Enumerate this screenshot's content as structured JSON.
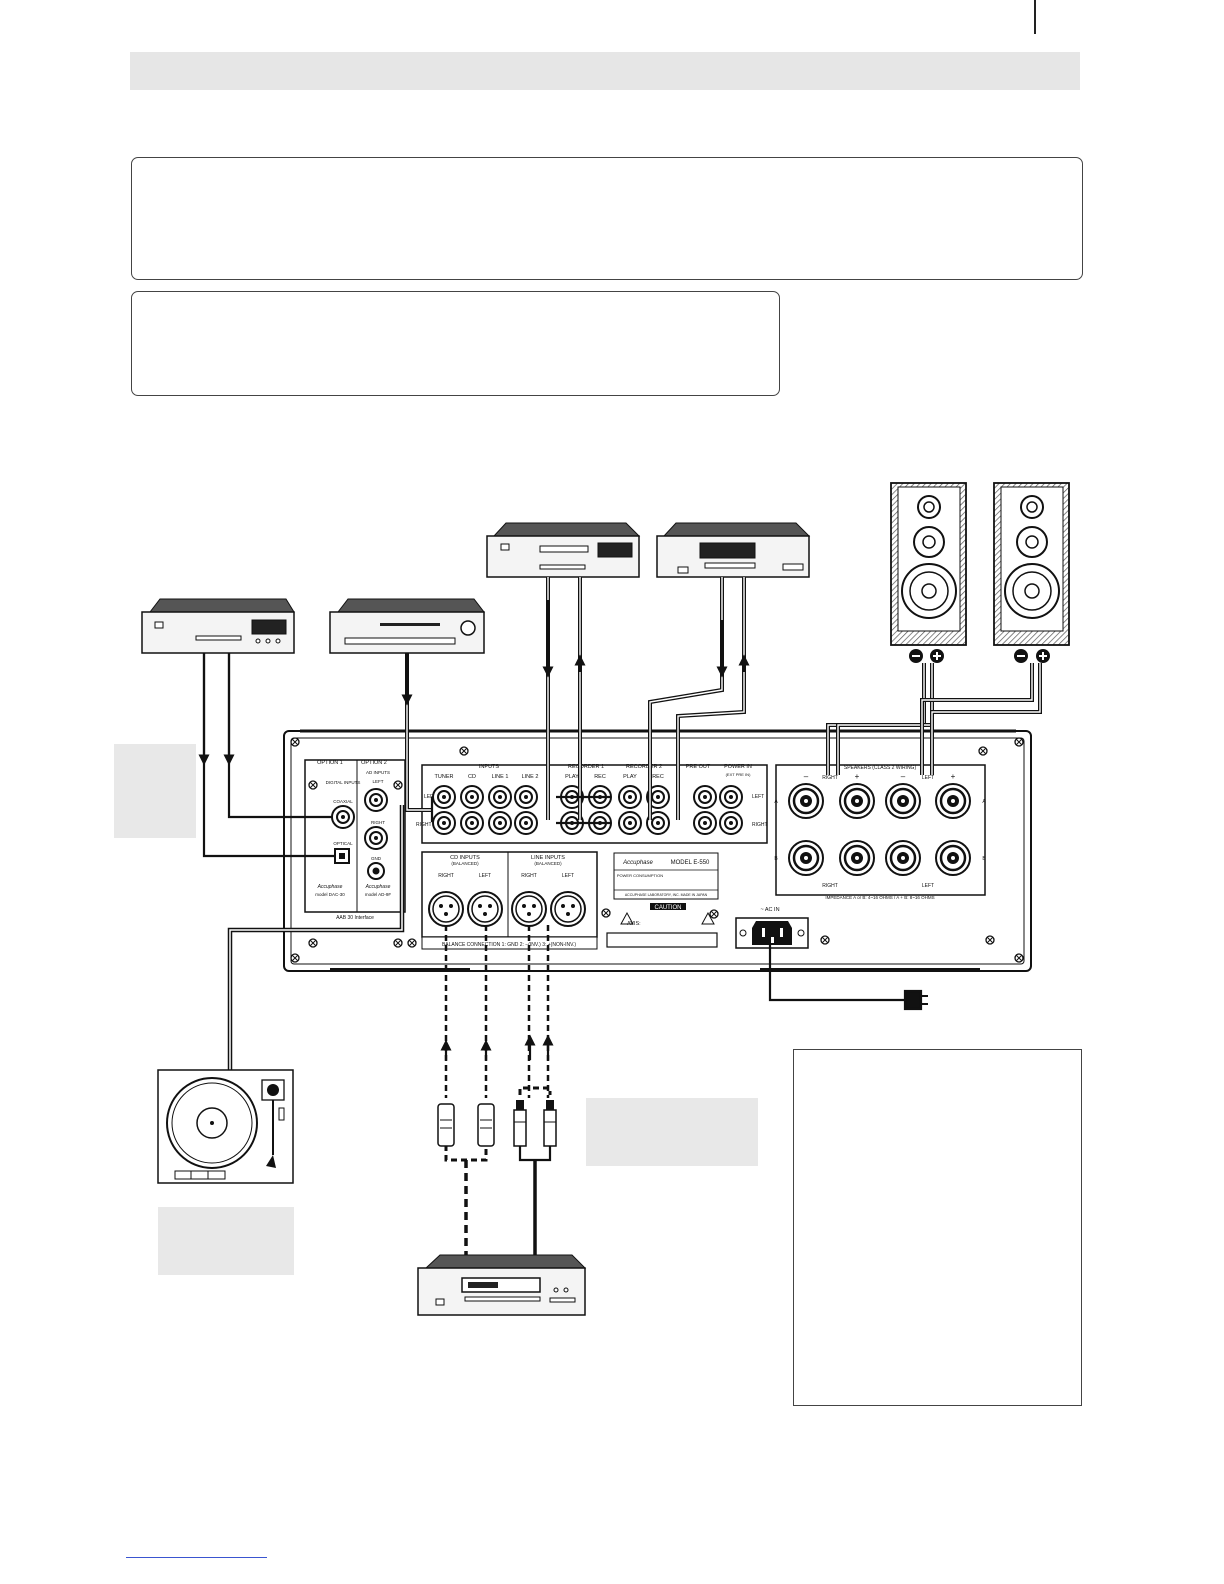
{
  "amplifier": {
    "option1": "OPTION 1",
    "option2": "OPTION 2",
    "digital_inputs": "DIGITAL INPUTS",
    "coaxial": "COAXIAL",
    "optical": "OPTICAL",
    "ad_inputs": "AD INPUTS",
    "left": "LEFT",
    "right": "RIGHT",
    "gnd": "GND",
    "model_dac": "model DAC-30",
    "model_ad": "model AD-9F",
    "aab_interface": "AAB 30 Interface",
    "inputs": "INPUTS",
    "recorder1": "RECORDER 1",
    "recorder2": "RECORDER 2",
    "pre_out": "PRE OUT",
    "power_in": "POWER IN",
    "ext_pre_in": "(EXT PRE IN)",
    "input_labels": [
      "TUNER",
      "CD",
      "LINE 1",
      "LINE 2",
      "PLAY",
      "REC",
      "PLAY",
      "REC"
    ],
    "cd_inputs": "CD INPUTS",
    "line_inputs": "LINE INPUTS",
    "balanced": "(BALANCED)",
    "balance_connection": "BALANCE CONNECTION   1: GND   2: −(INV.)   3: +(NON-INV.)",
    "brand": "Accuphase",
    "model": "MODEL E-550",
    "power_consumption": "POWER CONSUMPTION",
    "made_in": "ACCUPHASE LABORATORY, INC.   MADE IN JAPAN",
    "caution": "CAUTION",
    "avis": "AVIS:",
    "speakers": "SPEAKERS (CLASS 2 WIRING)",
    "impedance": "IMPEDANCE   A or B: 4~16 OHMS / A + B: 8~16 OHMS",
    "ac_in": "~ AC IN",
    "a": "A",
    "b": "B"
  },
  "colors": {
    "line": "#111111",
    "panel": "#e8e8e8",
    "device": "#f4f4f4"
  }
}
